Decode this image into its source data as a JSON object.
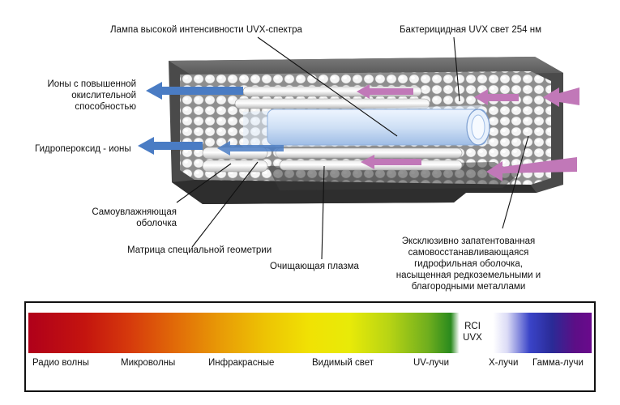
{
  "diagram": {
    "labels": {
      "lamp": "Лампа высокой интенсивности UVX-спектра",
      "bactericidal": "Бактерицидная UVX свет 254 нм",
      "ions_line1": "Ионы с повышенной",
      "ions_line2": "окислительной",
      "ions_line3": "способностью",
      "hydroperoxide": "Гидропероксид - ионы",
      "self_moist_line1": "Самоувлажняющая",
      "self_moist_line2": "оболочка",
      "matrix": "Матрица специальной геометрии",
      "plasma": "Очищающая плазма",
      "patented_line1": "Эксклюзивно запатентованная",
      "patented_line2": "самовосстанавливающаяся",
      "patented_line3": "гидрофильная оболочка,",
      "patented_line4": "насыщенная редкоземельными и",
      "patented_line5": "благородными металлами"
    },
    "colors": {
      "out_arrow": "#4a7cc4",
      "in_arrow": "#c178b8",
      "lamp": "#cfe0f5"
    }
  },
  "spectrum": {
    "rci_line1": "RCI",
    "rci_line2": "UVX",
    "bands": {
      "radio": "Радио волны",
      "micro": "Микроволны",
      "infrared": "Инфракрасные",
      "visible": "Видимый свет",
      "uv": "UV-лучи",
      "xray": "X-лучи",
      "gamma": "Гамма-лучи"
    }
  }
}
